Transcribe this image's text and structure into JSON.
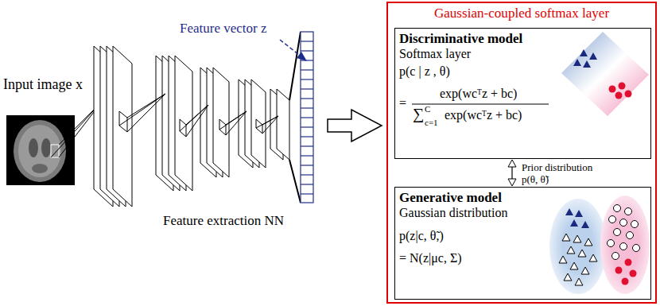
{
  "diagram": {
    "nodes": [
      {
        "text": [
          "Gaussian-coupled softmax layer"
        ]
      },
      {
        "text": [
          "Discriminative model",
          "Softmax layer",
          "p(c | z , θ)",
          "=",
          "exp(wcᵀz + bc)",
          "∑",
          "C",
          "c=1",
          "exp(wcᵀz + bc)"
        ],
        "in": 0
      },
      {
        "text": [
          "Generative model",
          "Gaussian distribution",
          "p(z|c, θ̃,)",
          "= N(z|μc, Σ)"
        ],
        "in": 0
      }
    ],
    "edges": [
      {
        "from": 1,
        "to": 2,
        "arrow": "both",
        "label": "Prior distribution p(θ, θ̃)"
      }
    ],
    "labels": [
      "Input image x",
      "Feature vector z",
      "Feature extraction NN"
    ]
  }
}
